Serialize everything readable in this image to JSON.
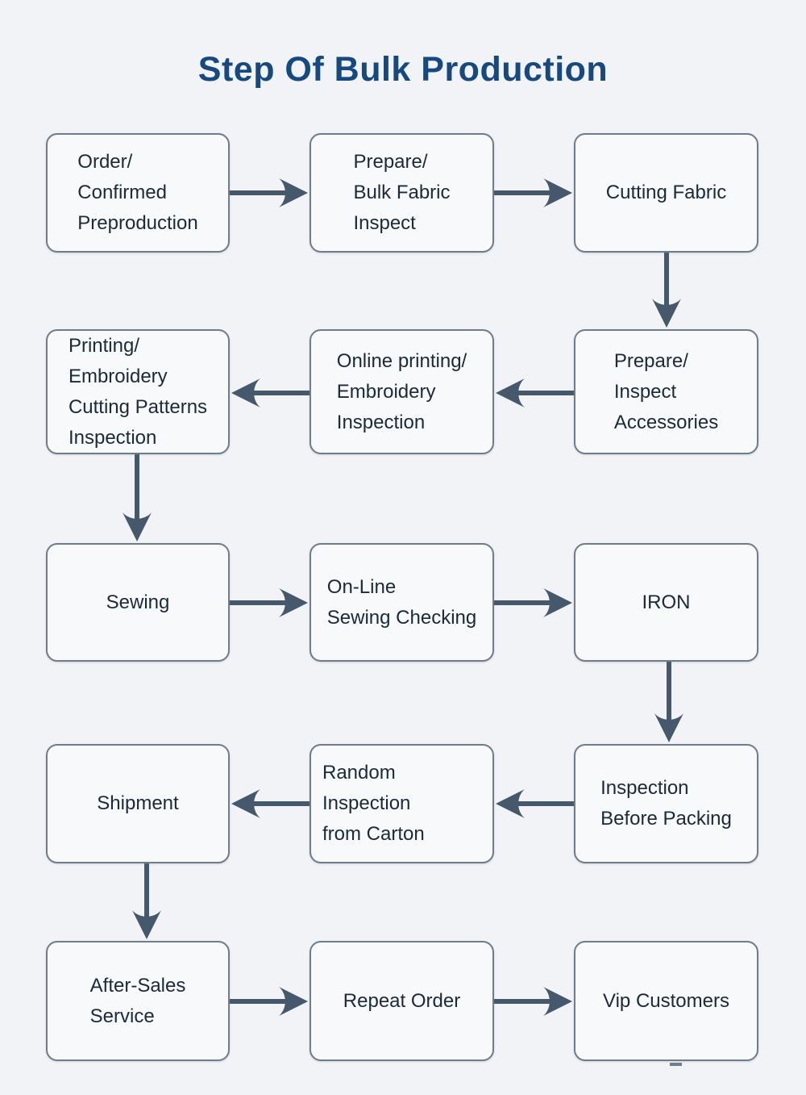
{
  "title": "Step Of Bulk Production",
  "colors": {
    "background": "#f2f3f6",
    "title": "#15497f",
    "box_fill": "#f8f9fb",
    "box_border": "#6f7c8b",
    "text": "#1b2a3b",
    "arrow": "#46586b"
  },
  "nodes": [
    {
      "id": "order",
      "label": "Order/\nConfirmed\nPreproduction"
    },
    {
      "id": "prepare-bulk-fabric",
      "label": "Prepare/\nBulk Fabric\nInspect"
    },
    {
      "id": "cutting-fabric",
      "label": "Cutting Fabric"
    },
    {
      "id": "printing-embroidery",
      "label": "Printing/\nEmbroidery\nCutting Patterns\nInspection"
    },
    {
      "id": "online-printing",
      "label": "Online printing/\nEmbroidery\nInspection"
    },
    {
      "id": "prepare-accessories",
      "label": "Prepare/\nInspect\nAccessories"
    },
    {
      "id": "sewing",
      "label": "Sewing"
    },
    {
      "id": "online-sewing-checking",
      "label": "On-Line\nSewing Checking"
    },
    {
      "id": "iron",
      "label": "IRON"
    },
    {
      "id": "shipment",
      "label": "Shipment"
    },
    {
      "id": "random-inspection",
      "label": "Random Inspection\nfrom Carton"
    },
    {
      "id": "inspection-before-packing",
      "label": "Inspection\nBefore Packing"
    },
    {
      "id": "after-sales-service",
      "label": "After-Sales\nService"
    },
    {
      "id": "repeat-order",
      "label": "Repeat Order"
    },
    {
      "id": "vip-customers",
      "label": "Vip Customers"
    }
  ],
  "edges": [
    {
      "from": "order",
      "to": "prepare-bulk-fabric"
    },
    {
      "from": "prepare-bulk-fabric",
      "to": "cutting-fabric"
    },
    {
      "from": "cutting-fabric",
      "to": "prepare-accessories"
    },
    {
      "from": "prepare-accessories",
      "to": "online-printing"
    },
    {
      "from": "online-printing",
      "to": "printing-embroidery"
    },
    {
      "from": "printing-embroidery",
      "to": "sewing"
    },
    {
      "from": "sewing",
      "to": "online-sewing-checking"
    },
    {
      "from": "online-sewing-checking",
      "to": "iron"
    },
    {
      "from": "iron",
      "to": "inspection-before-packing"
    },
    {
      "from": "inspection-before-packing",
      "to": "random-inspection"
    },
    {
      "from": "random-inspection",
      "to": "shipment"
    },
    {
      "from": "shipment",
      "to": "after-sales-service"
    },
    {
      "from": "after-sales-service",
      "to": "repeat-order"
    },
    {
      "from": "repeat-order",
      "to": "vip-customers"
    }
  ]
}
